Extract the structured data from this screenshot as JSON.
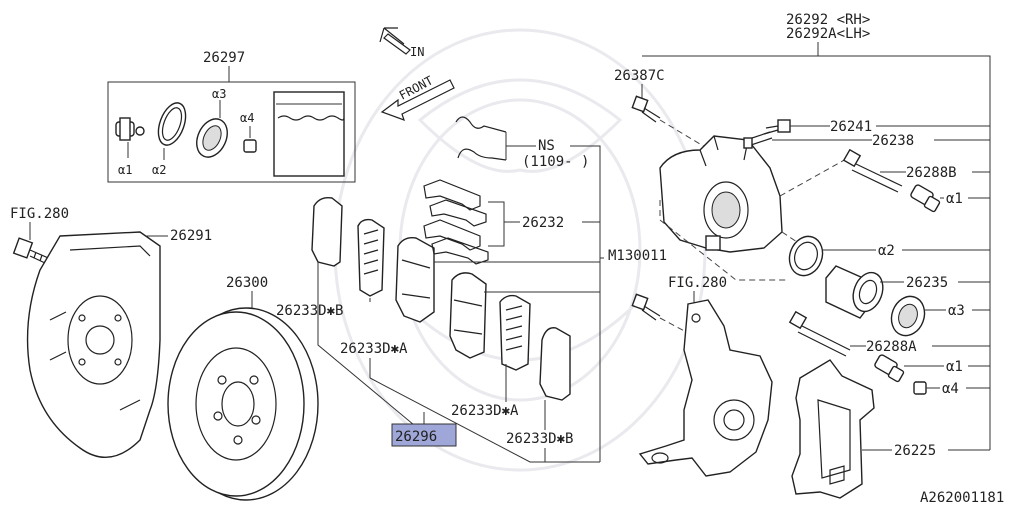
{
  "diagram": {
    "drawing_code": "A262001181",
    "direction": {
      "in": "IN",
      "front": "FRONT"
    },
    "labels": {
      "caliper_rh": "26292 <RH>",
      "caliper_lh": "26292A<LH>",
      "bolt_kit": "26387C",
      "seal_kit": "26297",
      "seal_a1": "α1",
      "seal_a2": "α2",
      "seal_a3": "α3",
      "seal_a4": "α4",
      "fig_left": "FIG.280",
      "cover": "26291",
      "rotor": "26300",
      "pad_left_b": "26233D✱B",
      "pad_left_a": "26233D✱A",
      "pad_set": "26296",
      "pad_right_a": "26233D✱A",
      "pad_right_b": "26233D✱B",
      "ns": "NS",
      "ns_date": "(1109-  )",
      "clip": "26232",
      "bolt_m": "M130011",
      "fig_right": "FIG.280",
      "bleeder": "26241",
      "pin_bolt": "26238",
      "guide_pin_b": "26288B",
      "r_a1": "α1",
      "r_a2": "α2",
      "piston": "26235",
      "r_a3": "α3",
      "guide_pin_a": "26288A",
      "r_a1b": "α1",
      "r_a4": "α4",
      "support": "26225"
    }
  }
}
